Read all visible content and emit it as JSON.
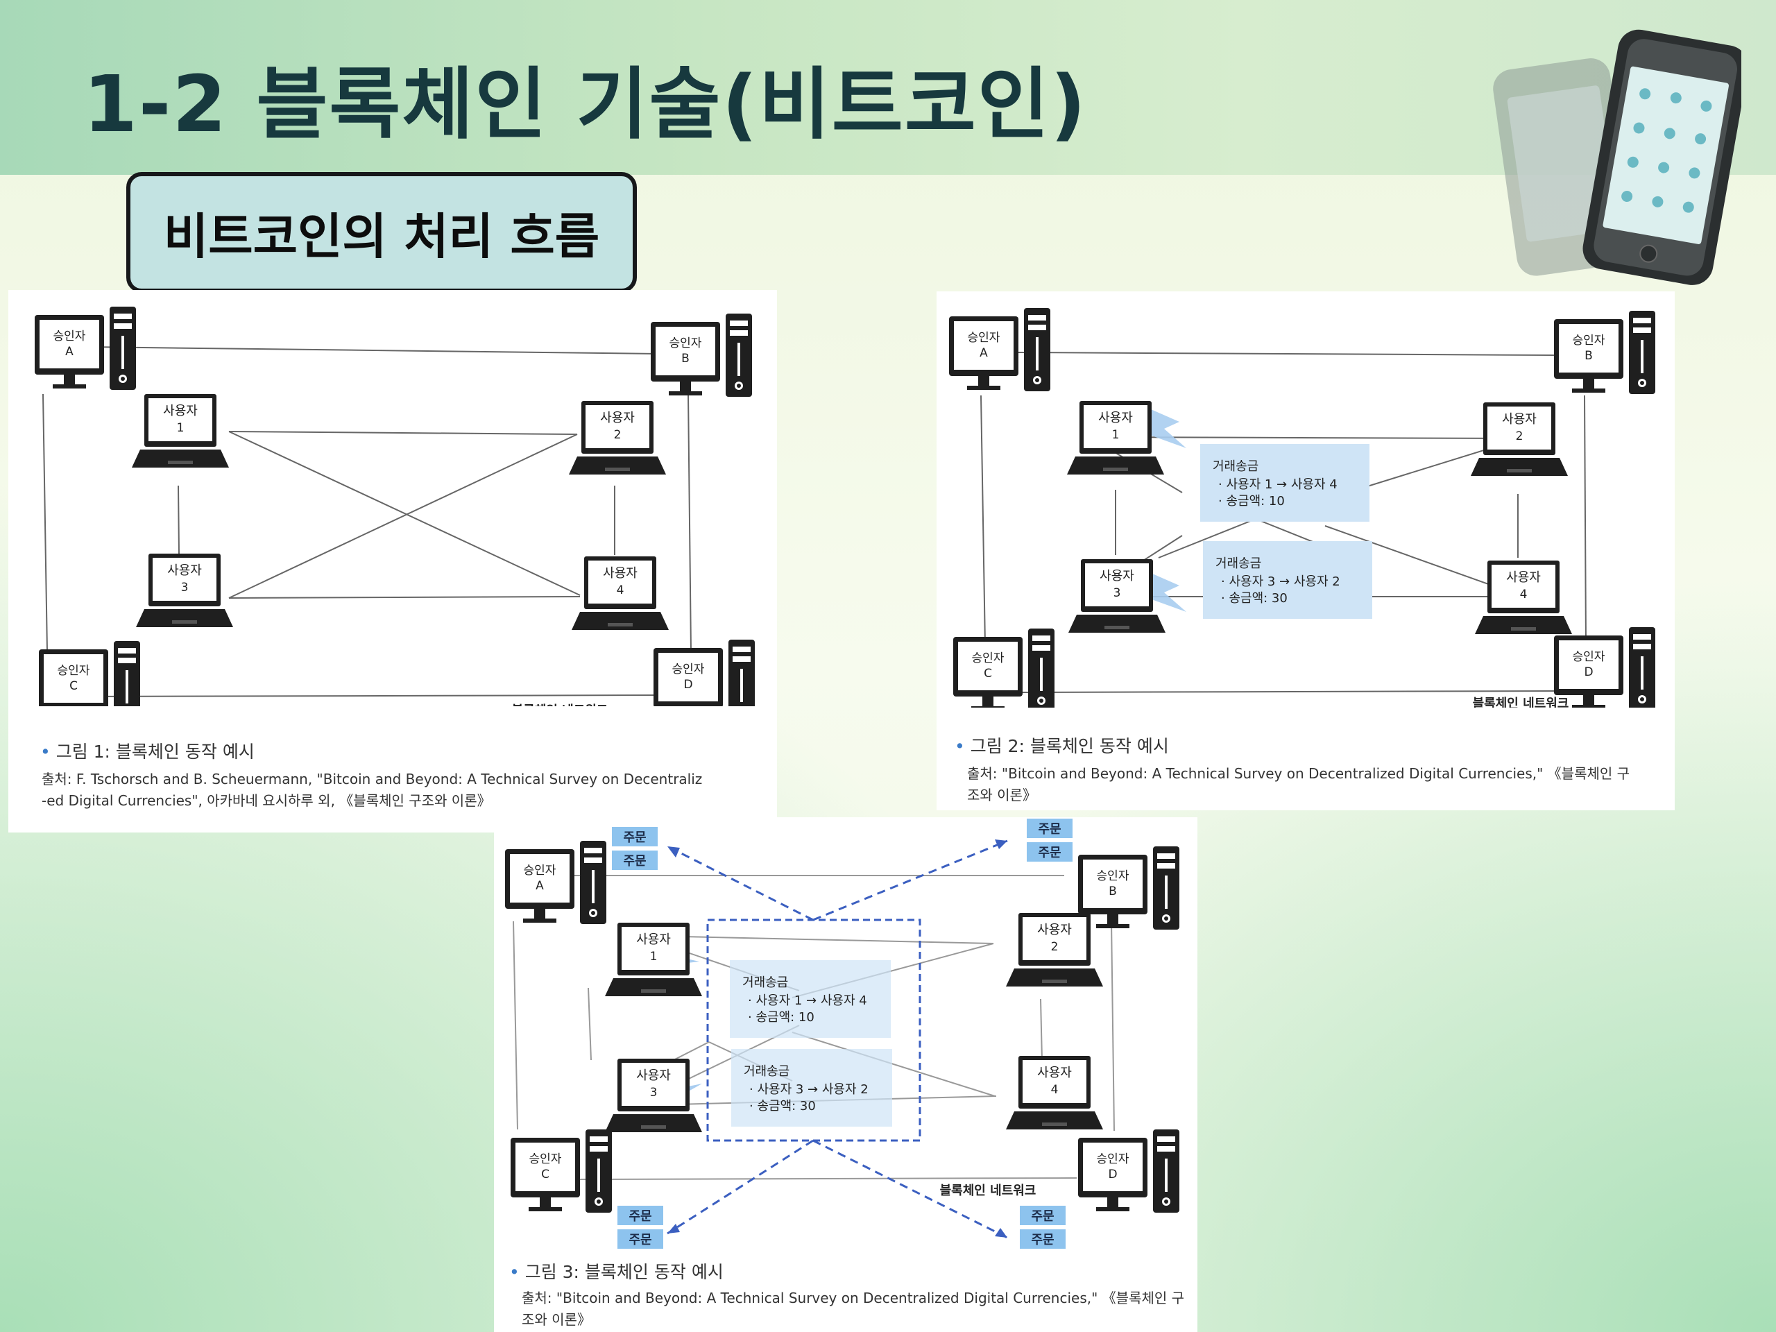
{
  "title": "1-2 블록체인 기술(비트코인)",
  "section_badge": "비트코인의 처리 흐름",
  "colors": {
    "title": "#17393e",
    "badge_fill": "#c3e3e2",
    "tx_box": "#cfe4f6",
    "order_tag": "#8dc3ee",
    "dashed_blue": "#3b5fc0"
  },
  "labels": {
    "approver": "승인자",
    "user": "사용자",
    "network": "블록체인 네트워크",
    "order": "주문",
    "tx_title": "거래송금"
  },
  "approvers": [
    "A",
    "B",
    "C",
    "D"
  ],
  "users": [
    "1",
    "2",
    "3",
    "4"
  ],
  "transactions": [
    {
      "title": "거래송금",
      "line1": "· 사용자 1 → 사용자 4",
      "line2": "· 송금액: 10"
    },
    {
      "title": "거래송금",
      "line1": "· 사용자 3 → 사용자 2",
      "line2": "· 송금액: 30"
    }
  ],
  "figures": [
    {
      "caption": "그림 1: 블록체인 동작 예시",
      "source": [
        "출처: F. Tschorsch and B. Scheuermann, \"Bitcoin and Beyond: A Technical Survey on Decentraliz",
        "-ed Digital Currencies\", 아카바네 요시하루 외, 《블록체인 구조와 이론》"
      ]
    },
    {
      "caption": "그림 2: 블록체인 동작 예시",
      "source": [
        "출처: \"Bitcoin and Beyond: A Technical Survey on Decentralized Digital Currencies,\" 《블록체인 구",
        "조와 이론》"
      ]
    },
    {
      "caption": "그림 3: 블록체인 동작 예시",
      "source": [
        "출처: \"Bitcoin and Beyond: A Technical Survey on Decentralized Digital Currencies,\" 《블록체인 구",
        "조와 이론》"
      ]
    }
  ],
  "icons": [
    "smartphone-icon",
    "monitor-icon",
    "tower-pc-icon",
    "laptop-icon",
    "arrow-icon"
  ]
}
